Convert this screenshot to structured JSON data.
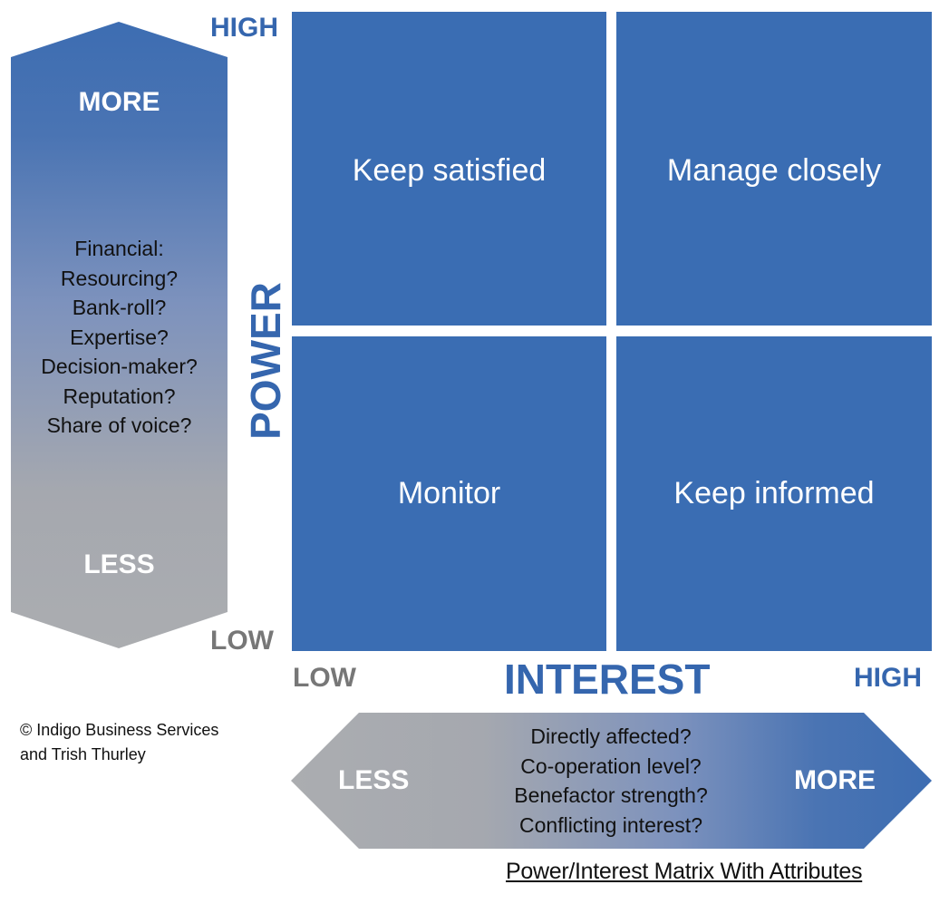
{
  "quadrants": {
    "top_left": "Keep satisfied",
    "top_right": "Manage closely",
    "bottom_left": "Monitor",
    "bottom_right": "Keep informed"
  },
  "power_axis": {
    "title": "POWER",
    "high_label": "HIGH",
    "low_label": "LOW",
    "arrow": {
      "more_label": "MORE",
      "less_label": "LESS",
      "attributes": [
        "Financial:",
        "Resourcing?",
        "Bank-roll?",
        "Expertise?",
        "Decision-maker?",
        "Reputation?",
        "Share of voice?"
      ]
    }
  },
  "interest_axis": {
    "title": "INTEREST",
    "low_label": "LOW",
    "high_label": "HIGH",
    "arrow": {
      "less_label": "LESS",
      "more_label": "MORE",
      "attributes": [
        "Directly affected?",
        "Co-operation level?",
        "Benefactor strength?",
        "Conflicting interest?"
      ]
    }
  },
  "copyright": [
    "© Indigo Business Services",
    "and Trish Thurley"
  ],
  "caption": "Power/Interest Matrix With Attributes",
  "colors": {
    "quadrant_blue": "#3a6db3",
    "label_blue": "#3566ae",
    "label_gray": "#777777",
    "arrow_gray": "#a9abae"
  }
}
